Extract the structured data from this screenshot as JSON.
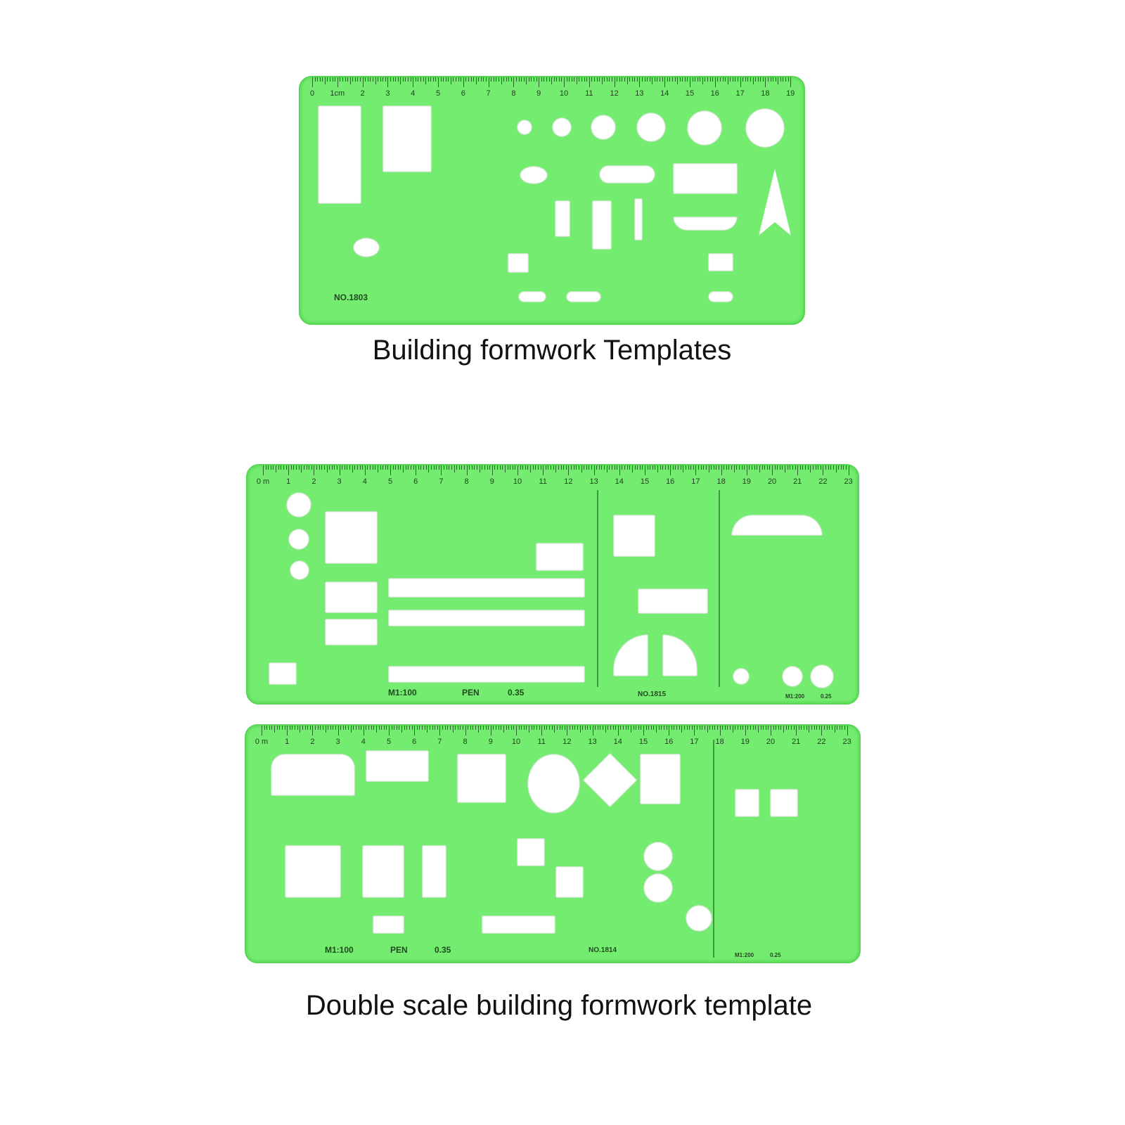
{
  "top_template": {
    "ruler_labels": [
      "0",
      "1cm",
      "2",
      "3",
      "4",
      "5",
      "6",
      "7",
      "8",
      "9",
      "10",
      "11",
      "12",
      "13",
      "14",
      "15",
      "16",
      "17",
      "18",
      "19"
    ],
    "model_number": "NO.1803",
    "caption": "Building formwork Templates"
  },
  "bottom_templates": {
    "caption": "Double scale building formwork template",
    "template_1815": {
      "ruler_labels": [
        "0 m",
        "1",
        "2",
        "3",
        "4",
        "5",
        "6",
        "7",
        "8",
        "9",
        "10",
        "11",
        "12",
        "13",
        "14",
        "15",
        "16",
        "17",
        "18",
        "19",
        "20",
        "21",
        "22",
        "23"
      ],
      "scale": "M1:100",
      "pen": "PEN",
      "pen_size": "0.35",
      "model_number": "NO.1815",
      "secondary_scale": "M1:200",
      "secondary_pen_size": "0.25"
    },
    "template_1814": {
      "ruler_labels": [
        "0 m",
        "1",
        "2",
        "3",
        "4",
        "5",
        "6",
        "7",
        "8",
        "9",
        "10",
        "11",
        "12",
        "13",
        "14",
        "15",
        "16",
        "17",
        "18",
        "19",
        "20",
        "21",
        "22",
        "23"
      ],
      "scale": "M1:100",
      "pen": "PEN",
      "pen_size": "0.35",
      "model_number": "NO.1814",
      "secondary_scale": "M1:200",
      "secondary_pen_size": "0.25"
    }
  },
  "colors": {
    "stencil": "#74ec70",
    "caption": "#111111"
  }
}
